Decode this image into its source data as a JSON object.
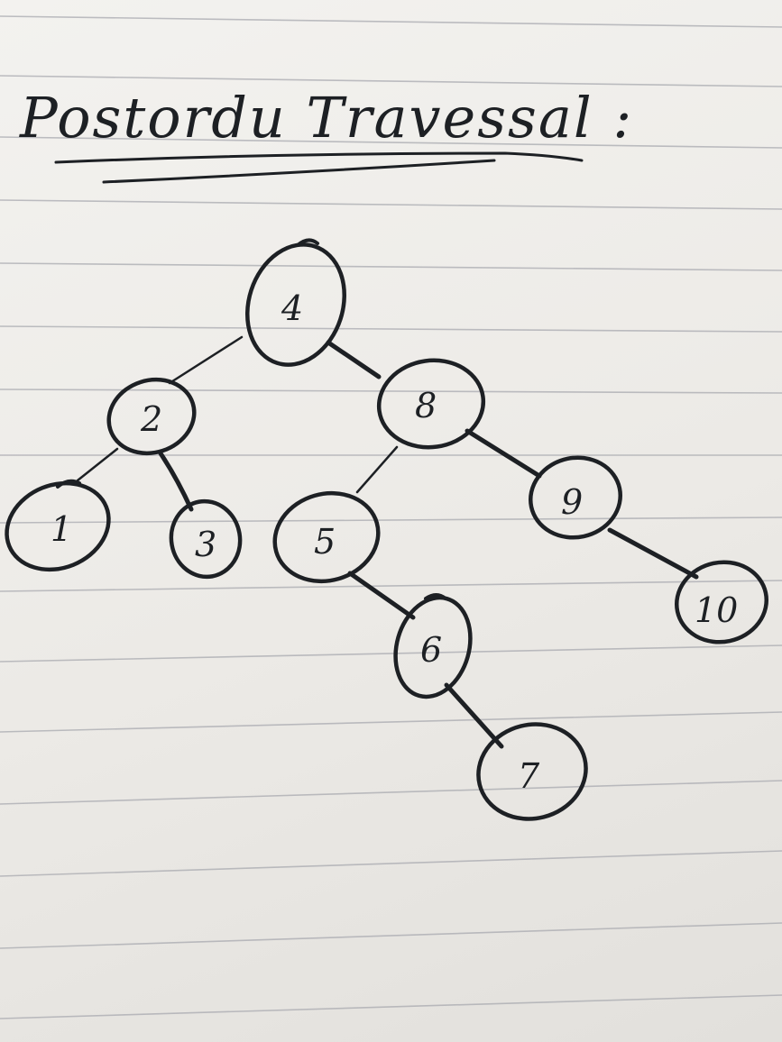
{
  "title": "Postordu Travessal :",
  "tree": {
    "nodes": [
      {
        "id": "n4",
        "label": "4"
      },
      {
        "id": "n2",
        "label": "2"
      },
      {
        "id": "n8",
        "label": "8"
      },
      {
        "id": "n1",
        "label": "1"
      },
      {
        "id": "n3",
        "label": "3"
      },
      {
        "id": "n5",
        "label": "5"
      },
      {
        "id": "n9",
        "label": "9"
      },
      {
        "id": "n6",
        "label": "6"
      },
      {
        "id": "n10",
        "label": "10"
      },
      {
        "id": "n7",
        "label": "7"
      }
    ],
    "edges": [
      {
        "from": "4",
        "to": "2"
      },
      {
        "from": "4",
        "to": "8"
      },
      {
        "from": "2",
        "to": "1"
      },
      {
        "from": "2",
        "to": "3"
      },
      {
        "from": "8",
        "to": "5"
      },
      {
        "from": "8",
        "to": "9"
      },
      {
        "from": "5",
        "to": "6"
      },
      {
        "from": "6",
        "to": "7"
      },
      {
        "from": "9",
        "to": "10"
      }
    ]
  },
  "colors": {
    "ink": "#1d2024",
    "paper": "#f0efec",
    "rule": "#a9aab0"
  }
}
